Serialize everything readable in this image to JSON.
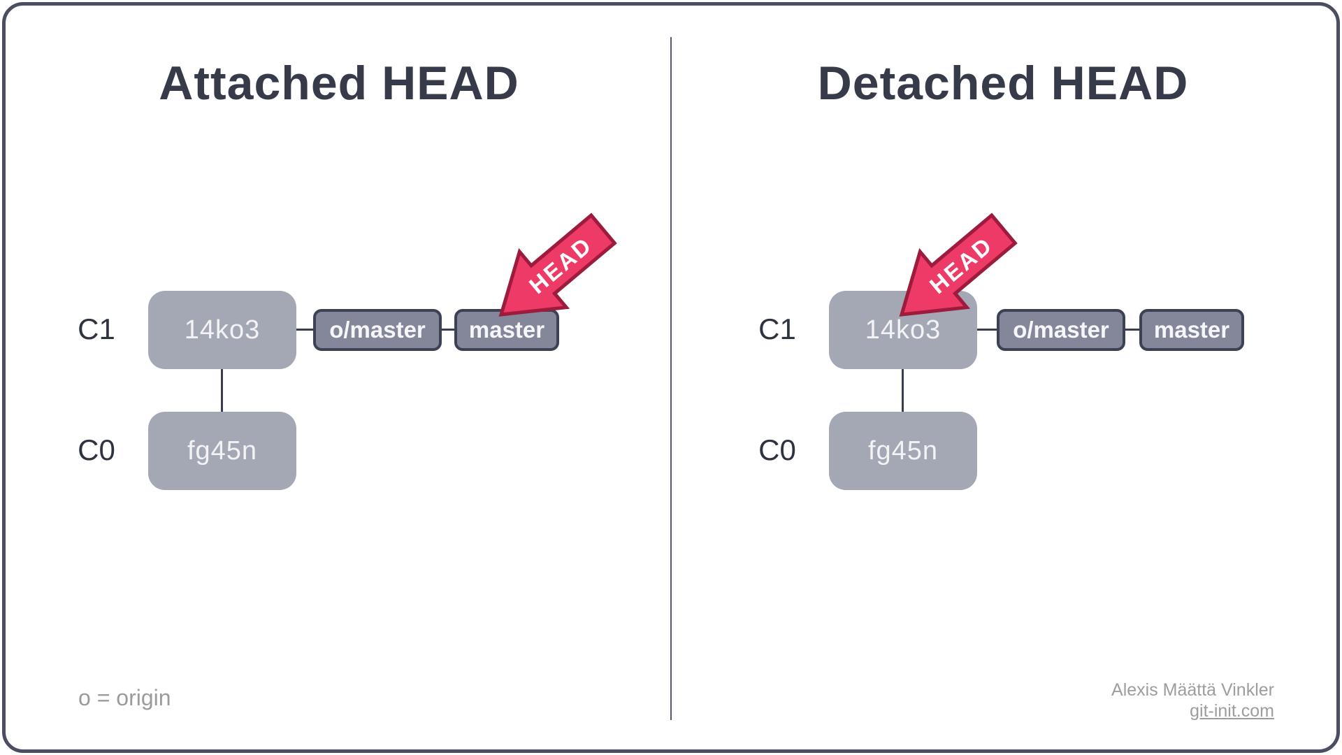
{
  "colors": {
    "frame_border": "#4b4e60",
    "divider": "#555869",
    "title_text": "#363a49",
    "commit_label_text": "#2f3340",
    "commit_box_fill": "#a4a7b4",
    "commit_box_text": "#f3f3f5",
    "ref_box_fill": "#838799",
    "ref_box_border": "#3d4154",
    "ref_box_text": "#f6f6f8",
    "connector_line": "#3a3e4e",
    "head_arrow_fill": "#ee3a67",
    "head_arrow_border": "#9d1b3d",
    "head_arrow_text": "#ffffff",
    "muted_text": "#9b9b9b"
  },
  "panels": [
    {
      "title": "Attached HEAD",
      "commits": [
        {
          "label": "C1",
          "hash": "14ko3"
        },
        {
          "label": "C0",
          "hash": "fg45n"
        }
      ],
      "refs": [
        {
          "label": "o/master"
        },
        {
          "label": "master"
        }
      ],
      "head": {
        "label": "HEAD",
        "points_to": "master"
      }
    },
    {
      "title": "Detached HEAD",
      "commits": [
        {
          "label": "C1",
          "hash": "14ko3"
        },
        {
          "label": "C0",
          "hash": "fg45n"
        }
      ],
      "refs": [
        {
          "label": "o/master"
        },
        {
          "label": "master"
        }
      ],
      "head": {
        "label": "HEAD",
        "points_to": "14ko3"
      }
    }
  ],
  "legend": {
    "text": "o = origin"
  },
  "credits": {
    "author": "Alexis Määttä Vinkler",
    "link": "git-init.com"
  }
}
